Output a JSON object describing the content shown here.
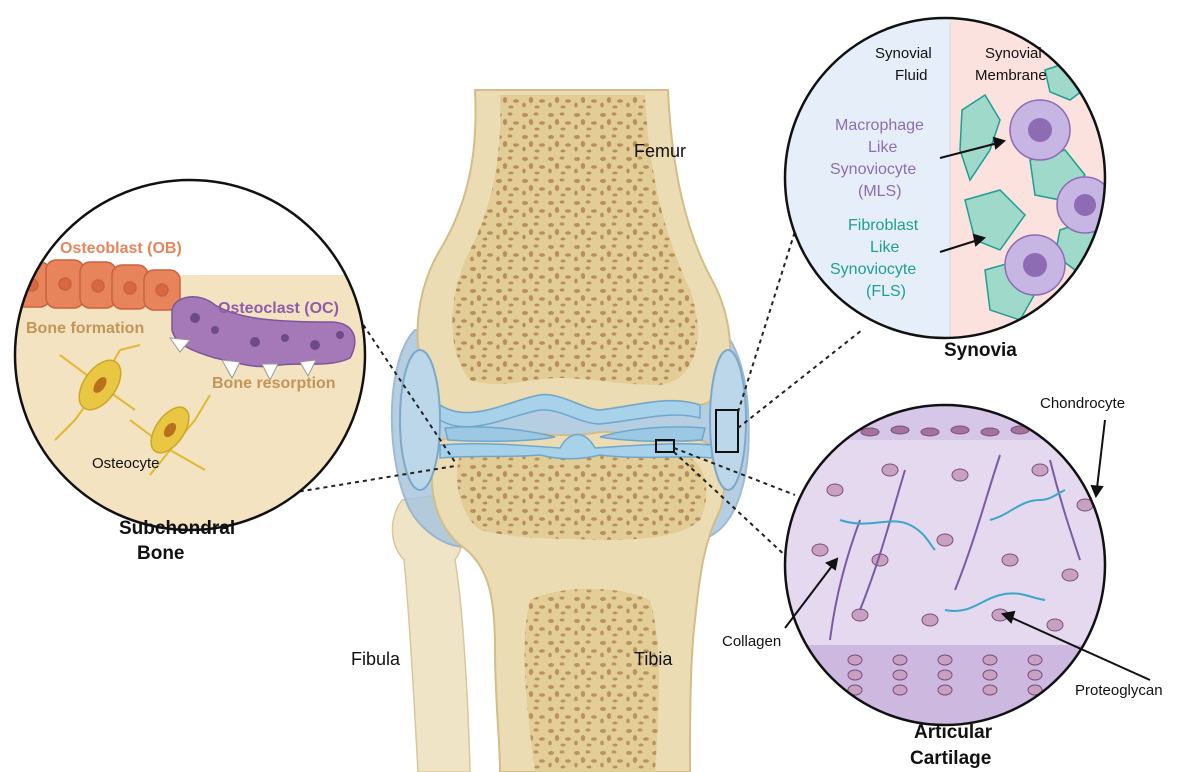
{
  "labels": {
    "femur": "Femur",
    "fibula": "Fibula",
    "tibia": "Tibia"
  },
  "subchondral": {
    "osteoblast": "Osteoblast (OB)",
    "osteoclast": "Osteoclast (OC)",
    "bone_formation": "Bone formation",
    "bone_resorption": "Bone resorption",
    "osteocyte": "Osteocyte",
    "title_line1": "Subchondral",
    "title_line2": "Bone"
  },
  "synovia": {
    "fluid_line1": "Synovial",
    "fluid_line2": "Fluid",
    "membrane_line1": "Synovial",
    "membrane_line2": "Membrane",
    "mls_line1": "Macrophage",
    "mls_line2": "Like",
    "mls_line3": "Synoviocyte",
    "mls_line4": "(MLS)",
    "fls_line1": "Fibroblast",
    "fls_line2": "Like",
    "fls_line3": "Synoviocyte",
    "fls_line4": "(FLS)",
    "title": "Synovia"
  },
  "cartilage": {
    "chondrocyte": "Chondrocyte",
    "collagen": "Collagen",
    "proteoglycan": "Proteoglycan",
    "title_line1": "Articular",
    "title_line2": "Cartilage"
  },
  "colors": {
    "bone_fill": "#e8d6a8",
    "bone_spongy": "#b58a55",
    "capsule": "#a9c6de",
    "cartilage_blue": "#a7d2ea",
    "osteoblast_color": "#e8845c",
    "osteoclast_color": "#a579b8",
    "osteocyte_color": "#e9c743",
    "mls_color": "#8e6cb3",
    "fls_color": "#1f9e93",
    "cartilage_matrix": "#e4d9ef",
    "proteoglycan_color": "#3aa6c9"
  }
}
